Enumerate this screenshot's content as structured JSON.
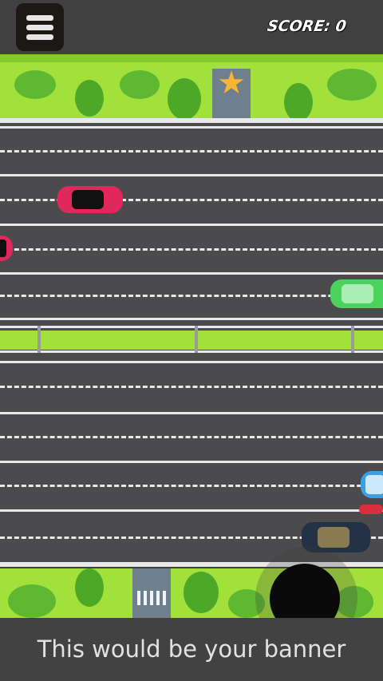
{
  "hud": {
    "menu_icon": "hamburger-menu-icon",
    "score_text": "SCORE: 0"
  },
  "goal": {
    "icon": "star-icon",
    "glyph": "★"
  },
  "banner": {
    "text": "This would be your banner"
  },
  "colors": {
    "grass": "#a2e03c",
    "road": "#4b4b4d",
    "star": "#f6b535",
    "car_red": "#e0285c",
    "car_green": "#4cd35e",
    "car_blue": "#3b9ee6",
    "car_navy": "#233246"
  },
  "controls": {
    "joystick_icon": "joystick-knob"
  }
}
